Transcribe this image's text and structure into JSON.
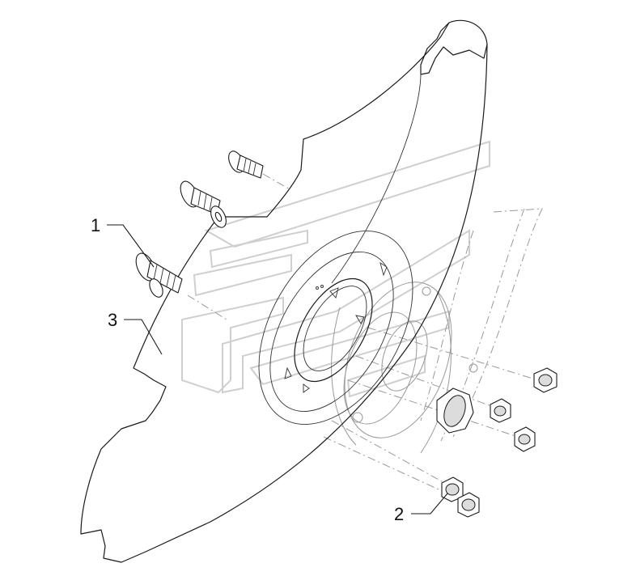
{
  "callouts": [
    {
      "id": "bolt",
      "label": "1"
    },
    {
      "id": "nut",
      "label": "2"
    },
    {
      "id": "disc",
      "label": "3"
    }
  ],
  "colors": {
    "line": "#1a1a1a",
    "phantom": "#9a9a9a",
    "watermark": "#cfcfcf"
  }
}
